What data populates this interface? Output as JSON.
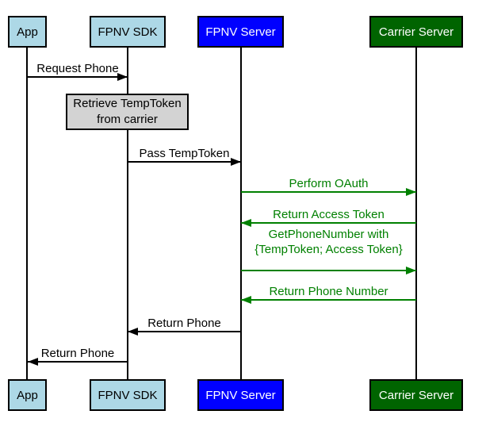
{
  "diagram": {
    "type": "sequence",
    "background": "#FFFFFF",
    "colors": {
      "black_message": "#000000",
      "green_message": "#008000",
      "actor_light_blue": "#ADD8E6",
      "actor_blue": "#0000FF",
      "actor_dark_green": "#006400",
      "note_gray": "#D3D3D3",
      "border": "#000000"
    }
  },
  "actors": [
    {
      "label": "App",
      "fill": "#ADD8E6",
      "text_color": "#000000"
    },
    {
      "label": "FPNV SDK",
      "fill": "#ADD8E6",
      "text_color": "#000000"
    },
    {
      "label": "FPNV Server",
      "fill": "#0000FF",
      "text_color": "#FFFFFF"
    },
    {
      "label": "Carrier Server",
      "fill": "#006400",
      "text_color": "#FFFFFF"
    }
  ],
  "note": {
    "text": "Retrieve TempToken from carrier",
    "fill": "#D3D3D3",
    "attached_to": "FPNV SDK"
  },
  "messages": [
    {
      "label": "Request Phone",
      "from": "App",
      "to": "FPNV SDK",
      "color": "#000000",
      "direction": "right"
    },
    {
      "label": "Pass TempToken",
      "from": "FPNV SDK",
      "to": "FPNV Server",
      "color": "#000000",
      "direction": "right"
    },
    {
      "label": "Perform OAuth",
      "from": "FPNV Server",
      "to": "Carrier Server",
      "color": "#008000",
      "direction": "right"
    },
    {
      "label": "Return Access Token",
      "from": "Carrier Server",
      "to": "FPNV Server",
      "color": "#008000",
      "direction": "left"
    },
    {
      "label": "GetPhoneNumber with {TempToken; Access Token}",
      "from": "FPNV Server",
      "to": "Carrier Server",
      "color": "#008000",
      "direction": "right"
    },
    {
      "label": "Return Phone Number",
      "from": "Carrier Server",
      "to": "FPNV Server",
      "color": "#008000",
      "direction": "left"
    },
    {
      "label": "Return Phone",
      "from": "FPNV Server",
      "to": "FPNV SDK",
      "color": "#000000",
      "direction": "left"
    },
    {
      "label": "Return Phone",
      "from": "FPNV SDK",
      "to": "App",
      "color": "#000000",
      "direction": "left"
    }
  ]
}
